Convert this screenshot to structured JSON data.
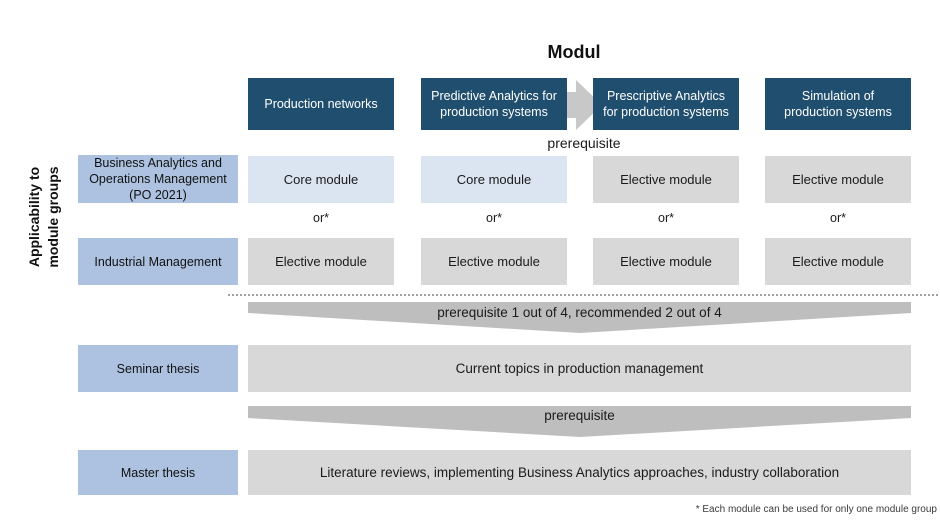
{
  "title": "Modul",
  "axis_label": {
    "line1": "Applicability to",
    "line2": "module groups"
  },
  "columns": [
    {
      "label": "Production networks"
    },
    {
      "label": "Predictive Analytics for production systems"
    },
    {
      "label": "Prescriptive Analytics for production systems"
    },
    {
      "label": "Simulation of production systems"
    }
  ],
  "arrow_prerequisite_label": "prerequisite",
  "or_label": "or*",
  "module_groups": [
    {
      "label": "Business Analytics and Operations Management (PO 2021)",
      "cells": [
        "Core module",
        "Core module",
        "Elective module",
        "Elective module"
      ]
    },
    {
      "label": "Industrial Management",
      "cells": [
        "Elective module",
        "Elective module",
        "Elective module",
        "Elective module"
      ]
    }
  ],
  "funnels": [
    {
      "label": "prerequisite 1 out of 4, recommended 2 out of 4"
    },
    {
      "label": "prerequisite"
    }
  ],
  "thesis_rows": [
    {
      "label": "Seminar thesis",
      "content": "Current topics in production management"
    },
    {
      "label": "Master thesis",
      "content": "Literature reviews, implementing Business Analytics approaches, industry collaboration"
    }
  ],
  "footnote": "* Each module can be used for only one module group",
  "colors": {
    "header_bg": "#1F4E6E",
    "group_label_bg": "#ADC2E0",
    "core_cell_bg": "#DBE5F2",
    "elective_cell_bg": "#D8D8D8",
    "funnel_gray": "#BEBEBE",
    "arrow_gray": "#C8C8C8",
    "header_text": "#FFFFFF"
  }
}
